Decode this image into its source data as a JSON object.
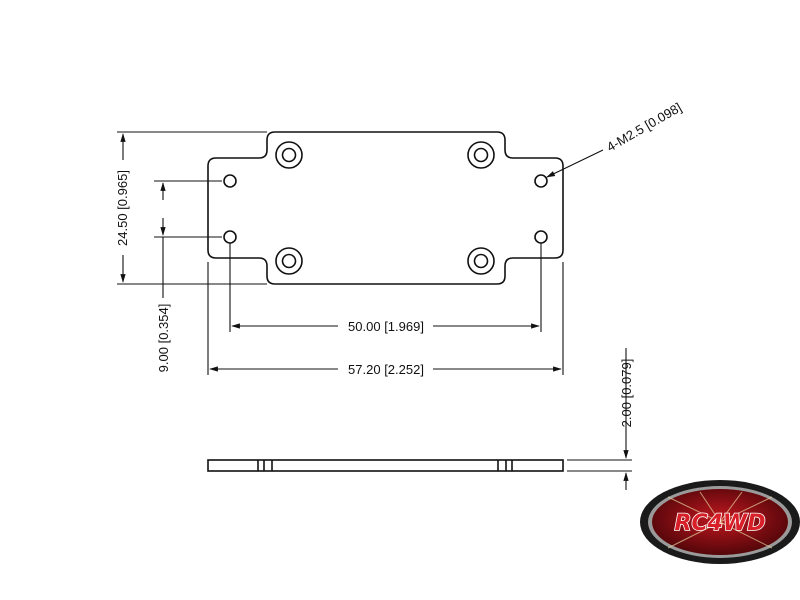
{
  "drawing": {
    "dimensions": {
      "height_overall": "24.50 [0.965]",
      "hole_spacing_vertical": "9.00 [0.354]",
      "hole_spacing_horizontal": "50.00 [1.969]",
      "width_overall": "57.20 [2.252]",
      "thickness": "2.00 [0.079]",
      "hole_callout": "4-M2.5 [0.098]"
    }
  },
  "logo": {
    "text": "RC4WD",
    "colors": {
      "outer": "#1a1a1a",
      "ring": "#9a9a9a",
      "inner": "#7a0d12",
      "text": "#d81e27"
    }
  }
}
